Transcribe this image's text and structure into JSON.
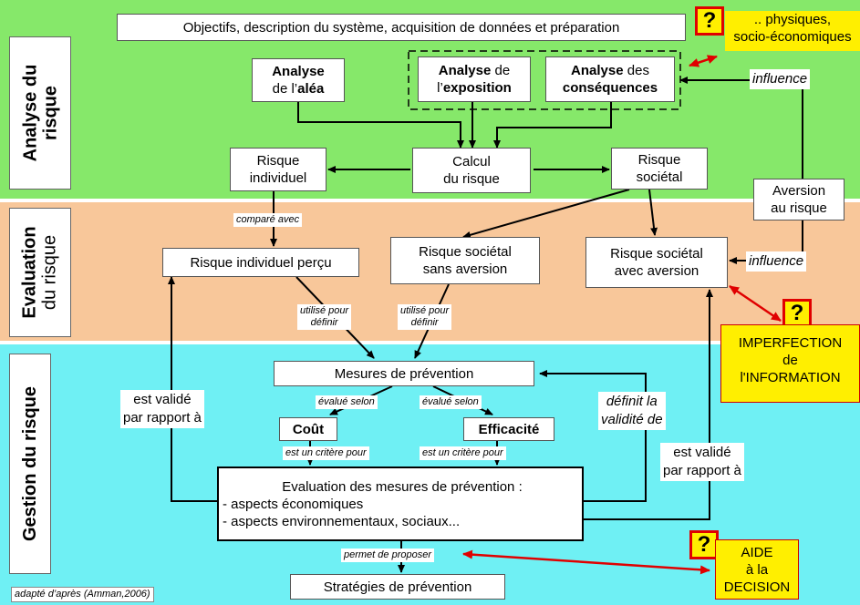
{
  "bands": {
    "analysis": {
      "line1": "Analyse du",
      "line2": "risque"
    },
    "evaluation": {
      "line1": "Evaluation",
      "line2": "du risque"
    },
    "gestion": {
      "line1": "Gestion du risque"
    }
  },
  "top_box": "Objectifs, description du système, acquisition de données et préparation",
  "physiques": {
    "line1": ".. physiques,",
    "line2": "socio-économiques"
  },
  "alea": {
    "bold": "Analyse",
    "pre": "de l’",
    "bold2": "aléa"
  },
  "exposition": {
    "bold": "Analyse",
    "rest": " de",
    "pre": "l’",
    "bold2": "exposition"
  },
  "consequences": {
    "bold": "Analyse",
    "rest": " des",
    "bold2": "conséquences"
  },
  "influence_top": "influence",
  "risque_individuel": {
    "line1": "Risque",
    "line2": "individuel"
  },
  "calcul": {
    "line1": "Calcul",
    "line2": "du risque"
  },
  "risque_societal": {
    "line1": "Risque",
    "line2": "sociétal"
  },
  "aversion": {
    "line1": "Aversion",
    "line2": "au risque"
  },
  "compare_avec": "comparé avec",
  "risque_individuel_percu": "Risque individuel perçu",
  "societal_sans": {
    "line1": "Risque sociétal",
    "line2": "sans aversion"
  },
  "societal_avec": {
    "line1": "Risque sociétal",
    "line2": "avec aversion"
  },
  "influence_mid": "influence",
  "utilise_pour_1": {
    "line1": "utilisé pour",
    "line2": "définir"
  },
  "utilise_pour_2": {
    "line1": "utilisé pour",
    "line2": "définir"
  },
  "imperfection": {
    "line1": "IMPERFECTION",
    "line2": "de",
    "line3": "l'INFORMATION"
  },
  "question_mark": "?",
  "mesures": "Mesures de prévention",
  "evalue_selon_1": "évalué selon",
  "evalue_selon_2": "évalué selon",
  "cout": "Coût",
  "efficacite": "Efficacité",
  "est_valide_left": {
    "line1": "est validé",
    "line2": "par rapport à"
  },
  "definit": {
    "line1": "définit la",
    "line2": "validité de"
  },
  "est_valide_right": {
    "line1": "est validé",
    "line2": "par rapport à"
  },
  "critere_1": "est un critère pour",
  "critere_2": "est un critère pour",
  "evaluation_box": {
    "line1": "Evaluation des mesures de prévention :",
    "line2": "- aspects économiques",
    "line3": "- aspects environnementaux, sociaux..."
  },
  "permet": "permet de proposer",
  "strategies": "Stratégies de prévention",
  "aide": {
    "line1": "AIDE",
    "line2": "à la",
    "line3": "DECISION"
  },
  "source": "adapté d’après (Amman,2006)",
  "colors": {
    "analysis": "#86e86a",
    "evaluation": "#f8c79a",
    "gestion": "#6ff0f4",
    "highlight": "#ffef00",
    "red_arrow": "#e00000"
  }
}
